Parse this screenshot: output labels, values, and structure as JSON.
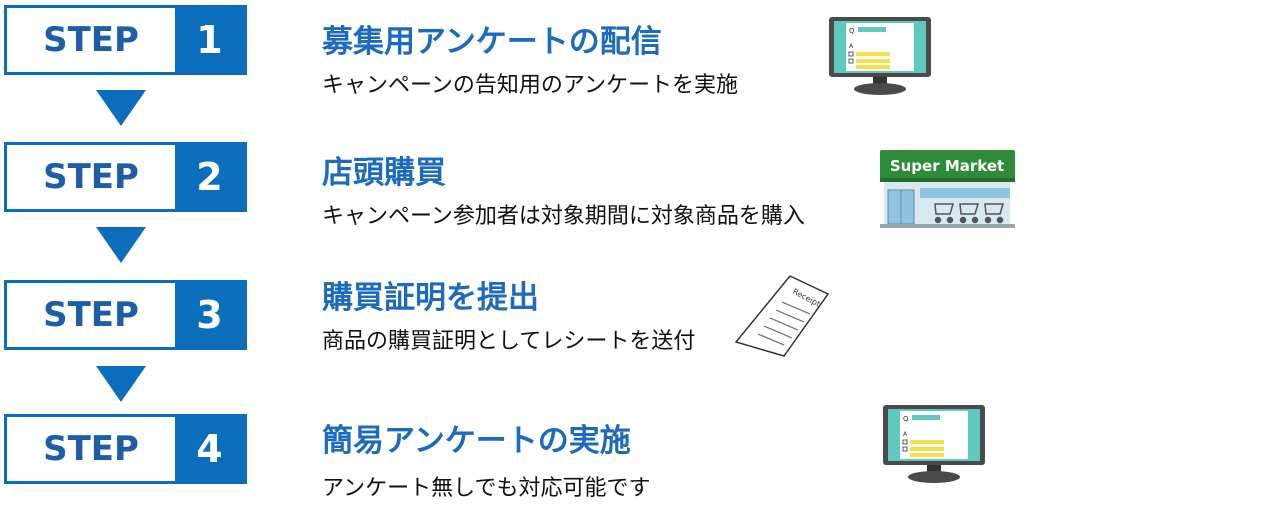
{
  "steps": [
    {
      "label": "STEP",
      "number": "1",
      "title": "募集用アンケートの配信",
      "description": "キャンペーンの告知用のアンケートを実施",
      "icon": "monitor-survey-icon"
    },
    {
      "label": "STEP",
      "number": "2",
      "title": "店頭購買",
      "description": "キャンペーン参加者は対象期間に対象商品を購入",
      "icon": "supermarket-icon"
    },
    {
      "label": "STEP",
      "number": "3",
      "title": "購買証明を提出",
      "description": "商品の購買証明としてレシートを送付",
      "icon": "receipt-icon"
    },
    {
      "label": "STEP",
      "number": "4",
      "title": "簡易アンケートの実施",
      "description": "アンケート無しでも対応可能です",
      "icon": "monitor-survey-icon"
    }
  ],
  "illustrations": {
    "monitor_q_letter": "Q",
    "monitor_a_letter": "A",
    "store_sign": "Super Market",
    "receipt_text": "Receipt"
  },
  "colors": {
    "accent": "#0a6ebd",
    "title": "#1c6bbd",
    "store_green": "#2e8b3a",
    "monitor_bezel": "#4a4a4a",
    "screen_teal": "#5fc9c0",
    "highlight_yellow": "#f3e04a"
  }
}
